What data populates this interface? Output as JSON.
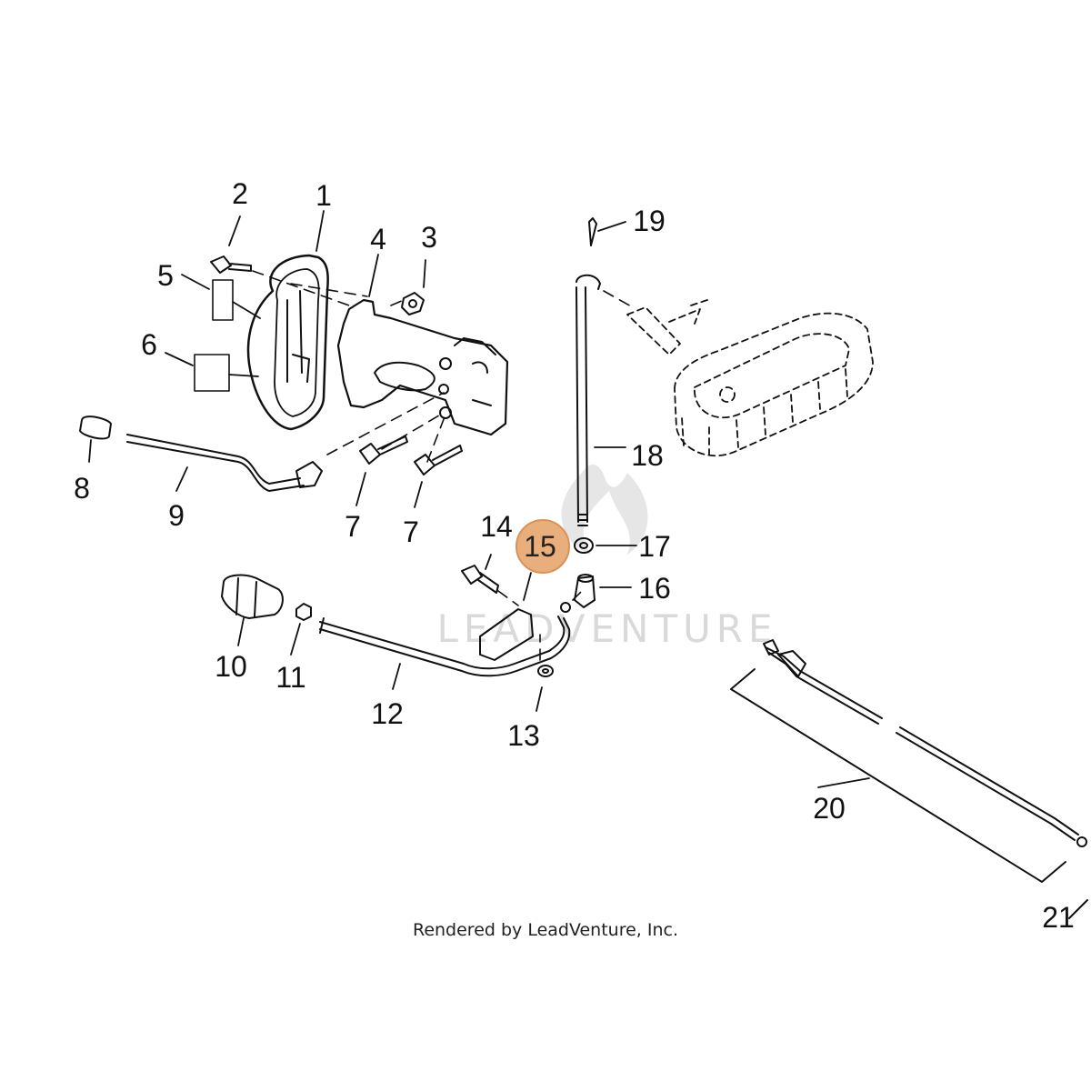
{
  "parts": [
    {
      "id": "1",
      "label": "1"
    },
    {
      "id": "2",
      "label": "2"
    },
    {
      "id": "3",
      "label": "3"
    },
    {
      "id": "4",
      "label": "4"
    },
    {
      "id": "5",
      "label": "5"
    },
    {
      "id": "6",
      "label": "6"
    },
    {
      "id": "7a",
      "label": "7"
    },
    {
      "id": "7b",
      "label": "7"
    },
    {
      "id": "8",
      "label": "8"
    },
    {
      "id": "9",
      "label": "9"
    },
    {
      "id": "10",
      "label": "10"
    },
    {
      "id": "11",
      "label": "11"
    },
    {
      "id": "12",
      "label": "12"
    },
    {
      "id": "13",
      "label": "13"
    },
    {
      "id": "14",
      "label": "14"
    },
    {
      "id": "15",
      "label": "15"
    },
    {
      "id": "16",
      "label": "16"
    },
    {
      "id": "17",
      "label": "17"
    },
    {
      "id": "18",
      "label": "18"
    },
    {
      "id": "19",
      "label": "19"
    },
    {
      "id": "20",
      "label": "20"
    },
    {
      "id": "21",
      "label": "21"
    }
  ],
  "highlight": {
    "part": "15",
    "color": "#E8AE7C",
    "stroke": "#D9925A"
  },
  "watermark": "LEADVENTURE",
  "credit": "Rendered by LeadVenture, Inc.",
  "colors": {
    "line": "#111111",
    "watermark": "#d9d9d9"
  }
}
